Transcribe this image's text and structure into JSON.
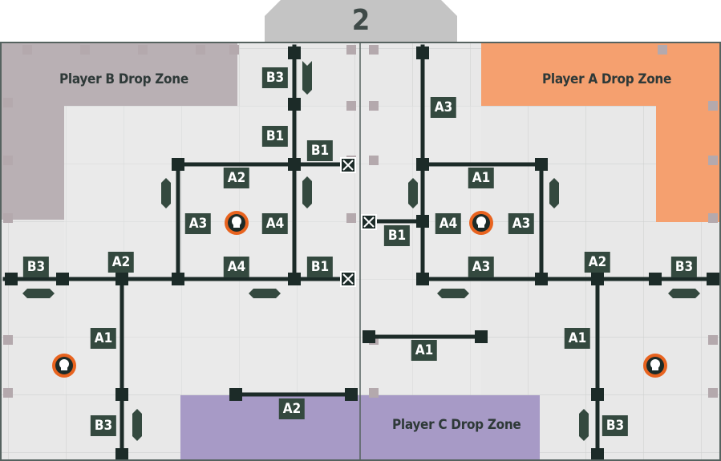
{
  "map_number": "2",
  "zones": {
    "player_a": "Player A Drop Zone",
    "player_b": "Player B Drop Zone",
    "player_c": "Player C Drop Zone"
  },
  "door_labels": [
    {
      "id": "b3-top",
      "text": "B3"
    },
    {
      "id": "b1-upper",
      "text": "B1"
    },
    {
      "id": "b1-right-top",
      "text": "B1"
    },
    {
      "id": "a3-top-right",
      "text": "A3"
    },
    {
      "id": "a2-left-room",
      "text": "A2"
    },
    {
      "id": "a1-right-room",
      "text": "A1"
    },
    {
      "id": "a3-left-room",
      "text": "A3"
    },
    {
      "id": "a4-left-room",
      "text": "A4"
    },
    {
      "id": "a4-right-room",
      "text": "A4"
    },
    {
      "id": "a3-right-room",
      "text": "A3"
    },
    {
      "id": "b1-mid",
      "text": "B1"
    },
    {
      "id": "b3-left",
      "text": "B3"
    },
    {
      "id": "a2-left",
      "text": "A2"
    },
    {
      "id": "a4-left-bottom",
      "text": "A4"
    },
    {
      "id": "b1-right-bottom",
      "text": "B1"
    },
    {
      "id": "a3-right-bottom",
      "text": "A3"
    },
    {
      "id": "a2-right",
      "text": "A2"
    },
    {
      "id": "b3-right",
      "text": "B3"
    },
    {
      "id": "a1-left",
      "text": "A1"
    },
    {
      "id": "a1-center",
      "text": "A1"
    },
    {
      "id": "a1-right",
      "text": "A1"
    },
    {
      "id": "a2-bottom",
      "text": "A2"
    },
    {
      "id": "b3-bottom-left",
      "text": "B3"
    },
    {
      "id": "b3-bottom-right",
      "text": "B3"
    }
  ],
  "colors": {
    "board": "#e6e6e6",
    "grid_line": "#cfd2d1",
    "wall": "#1c2b28",
    "tag": "#34493f",
    "zone_a": "#f5a06f",
    "zone_b": "#b9b0b4",
    "zone_c": "#a79ac6",
    "objective": "#e8631f",
    "tab": "#c4c4c4",
    "border": "#55625f"
  },
  "icons": [
    "skull-objective-icon",
    "door-crossed-icon",
    "barricade-icon"
  ]
}
